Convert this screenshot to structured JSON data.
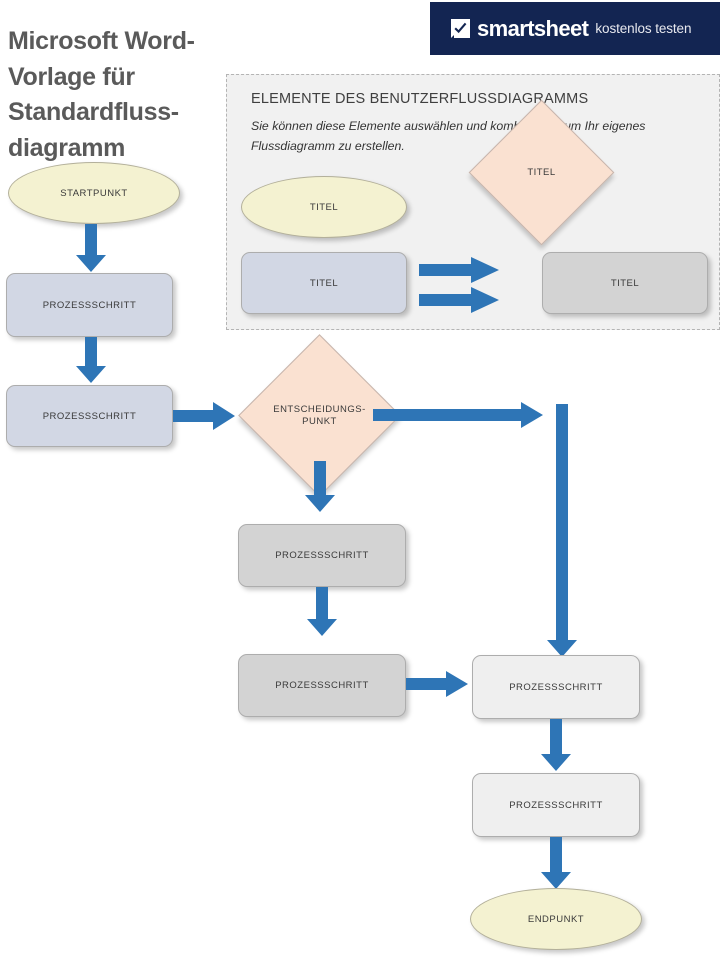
{
  "document": {
    "title": "Microsoft Word-Vorlage für\nStandardfluss-\ndiagramm"
  },
  "brand": {
    "mark_icon": "checkbox-check-icon",
    "name": "smartsheet",
    "tagline": "kostenlos testen",
    "background_color": "#132552",
    "text_color": "#ffffff"
  },
  "legend": {
    "heading": "ELEMENTE DES BENUTZERFLUSSDIAGRAMMS",
    "subtitle": "Sie können diese Elemente auswählen und kombinieren, um Ihr eigenes Flussdiagramm zu erstellen.",
    "background_color": "#f1f1f1",
    "border_style": "dashed",
    "items": [
      {
        "id": "legend-ellipse",
        "shape": "ellipse",
        "label": "TITEL",
        "color": "#f4f2d1"
      },
      {
        "id": "legend-diamond",
        "shape": "diamond",
        "label": "TITEL",
        "color": "#fae1d1"
      },
      {
        "id": "legend-box-blue",
        "shape": "rounded-rect",
        "label": "TITEL",
        "color": "#d2d7e4"
      },
      {
        "id": "legend-arrow-1",
        "shape": "arrow-right",
        "label": "",
        "color": "#2e75b6"
      },
      {
        "id": "legend-arrow-2",
        "shape": "arrow-right",
        "label": "",
        "color": "#2e75b6"
      },
      {
        "id": "legend-box-gray",
        "shape": "rounded-rect",
        "label": "TITEL",
        "color": "#d3d3d3"
      }
    ]
  },
  "flowchart": {
    "accent_color": "#2e75b6",
    "nodes": [
      {
        "id": "start",
        "label": "STARTPUNKT",
        "shape": "ellipse",
        "color": "#f4f2d1"
      },
      {
        "id": "step-1",
        "label": "PROZESSSCHRITT",
        "shape": "rounded-rect",
        "color": "#d2d7e4"
      },
      {
        "id": "step-2",
        "label": "PROZESSSCHRITT",
        "shape": "rounded-rect",
        "color": "#d2d7e4"
      },
      {
        "id": "decision",
        "label": "ENTSCHEIDUNGS-\nPUNKT",
        "shape": "diamond",
        "color": "#fae1d1"
      },
      {
        "id": "step-3",
        "label": "PROZESSSCHRITT",
        "shape": "rounded-rect",
        "color": "#d3d3d3"
      },
      {
        "id": "step-4",
        "label": "PROZESSSCHRITT",
        "shape": "rounded-rect",
        "color": "#d3d3d3"
      },
      {
        "id": "step-5",
        "label": "PROZESSSCHRITT",
        "shape": "rounded-rect",
        "color": "#efefef"
      },
      {
        "id": "step-6",
        "label": "PROZESSSCHRITT",
        "shape": "rounded-rect",
        "color": "#efefef"
      },
      {
        "id": "end",
        "label": "ENDPUNKT",
        "shape": "ellipse",
        "color": "#f4f2d1"
      }
    ],
    "connectors": [
      {
        "id": "start-to-step-1",
        "from": "start",
        "to": "step-1",
        "direction": "down"
      },
      {
        "id": "step-1-to-step-2",
        "from": "step-1",
        "to": "step-2",
        "direction": "down"
      },
      {
        "id": "step-2-to-decision",
        "from": "step-2",
        "to": "decision",
        "direction": "right"
      },
      {
        "id": "decision-to-right",
        "from": "decision",
        "to": "step-5",
        "direction": "right"
      },
      {
        "id": "right-down",
        "from": "decision",
        "to": "step-5",
        "direction": "down"
      },
      {
        "id": "decision-to-step-3",
        "from": "decision",
        "to": "step-3",
        "direction": "down"
      },
      {
        "id": "step-3-to-step-4",
        "from": "step-3",
        "to": "step-4",
        "direction": "down"
      },
      {
        "id": "step-4-to-step-5",
        "from": "step-4",
        "to": "step-5",
        "direction": "right"
      },
      {
        "id": "step-5-to-step-6",
        "from": "step-5",
        "to": "step-6",
        "direction": "down"
      },
      {
        "id": "step-6-to-end",
        "from": "step-6",
        "to": "end",
        "direction": "down"
      }
    ]
  }
}
